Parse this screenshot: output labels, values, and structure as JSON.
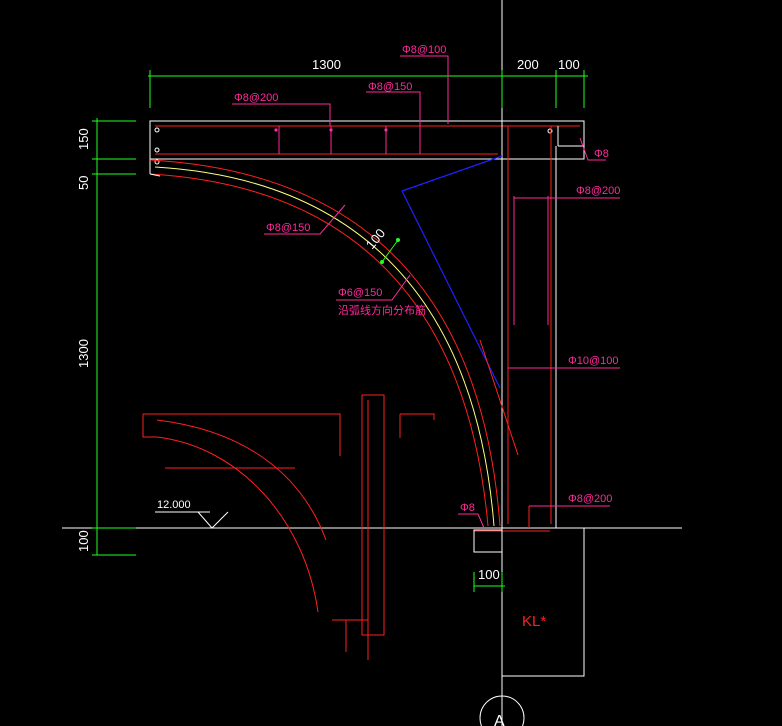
{
  "dimensions": {
    "top_span": "1300",
    "top_200": "200",
    "top_100": "100",
    "left_150": "150",
    "left_50": "50",
    "left_1300": "1300",
    "left_100": "100",
    "bottom_100": "100",
    "arc_100": "100"
  },
  "annotations": {
    "phi8_100": "Φ8@100",
    "phi8_200_top": "Φ8@200",
    "phi8_150_top": "Φ8@150",
    "phi8_right": "Φ8",
    "phi8_200_right": "Φ8@200",
    "phi8_150_arc": "Φ8@150",
    "phi6_150": "Φ6@150",
    "arc_note": "沿弧线方向分布筋",
    "phi10_100": "Φ10@100",
    "phi8_bottom": "Φ8",
    "phi8_200_bottom": "Φ8@200"
  },
  "elevation": "12.000",
  "beam_label": "KL*",
  "axis_label": "A",
  "colors": {
    "background": "#000000",
    "dimension": "#20ff20",
    "rebar_text": "#ff2a9d",
    "concrete": "#ff2020",
    "outline": "#ffffff",
    "guide": "#2020ff"
  }
}
